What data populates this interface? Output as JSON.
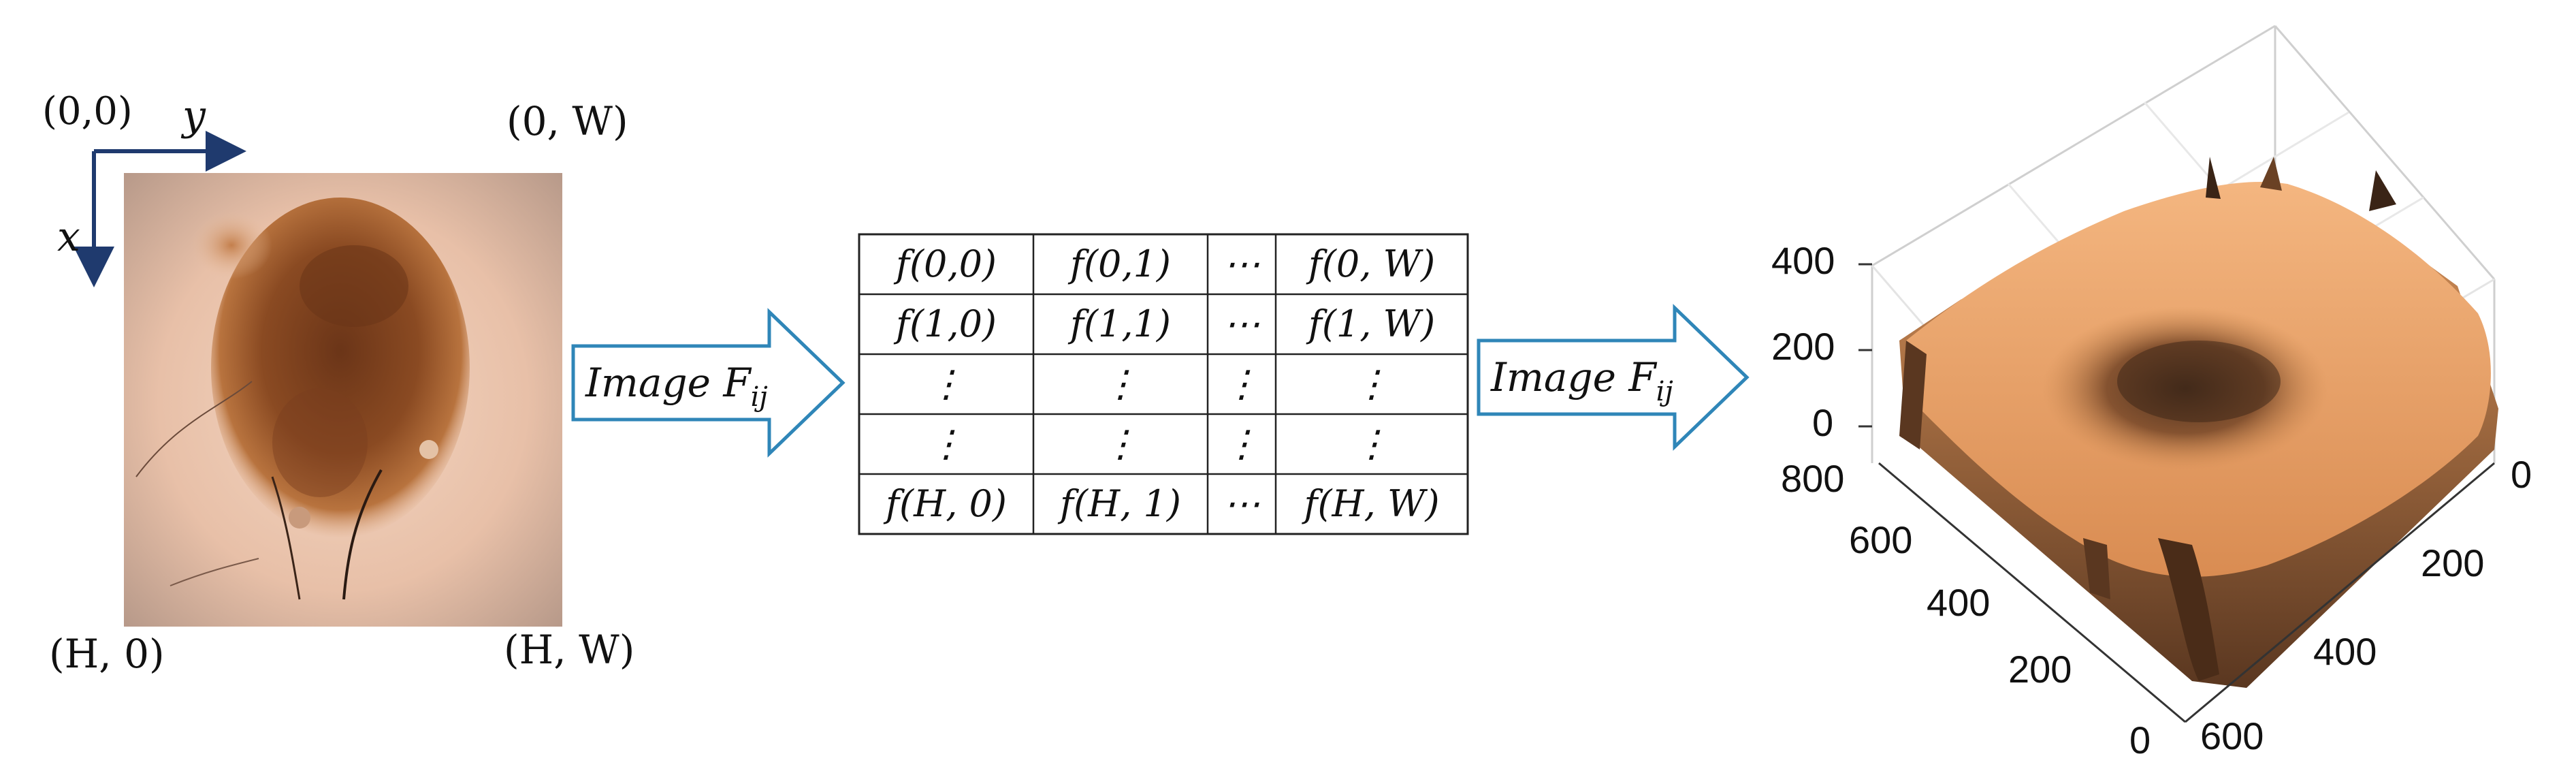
{
  "image_panel": {
    "origin_label": "(0,0)",
    "y_axis_label": "y",
    "x_axis_label": "x",
    "top_right_label": "(0, W)",
    "bottom_left_label": "(H, 0)",
    "bottom_right_label": "(H, W)"
  },
  "arrows": [
    {
      "label": "Image F",
      "subscript": "ij"
    },
    {
      "label": "Image F",
      "subscript": "ij"
    }
  ],
  "matrix": {
    "rows": [
      [
        "f(0,0)",
        "f(0,1)",
        "⋯",
        "f(0, W)"
      ],
      [
        "f(1,0)",
        "f(1,1)",
        "⋯",
        "f(1, W)"
      ],
      [
        "⋮",
        "⋮",
        "⋮",
        "⋮"
      ],
      [
        "⋮",
        "⋮",
        "⋮",
        "⋮"
      ],
      [
        "f(H, 0)",
        "f(H, 1)",
        "⋯",
        "f(H, W)"
      ]
    ]
  },
  "surface_plot": {
    "z_ticks": [
      "400",
      "200",
      "0"
    ],
    "left_axis_ticks": [
      "800",
      "600",
      "400",
      "200",
      "0"
    ],
    "right_axis_ticks": [
      "0",
      "200",
      "400",
      "600"
    ]
  },
  "colors": {
    "arrow_stroke": "#2f86b8",
    "axis_arrow": "#1f3a6e",
    "surface_light": "#f1b078",
    "surface_dark": "#3a2416"
  }
}
